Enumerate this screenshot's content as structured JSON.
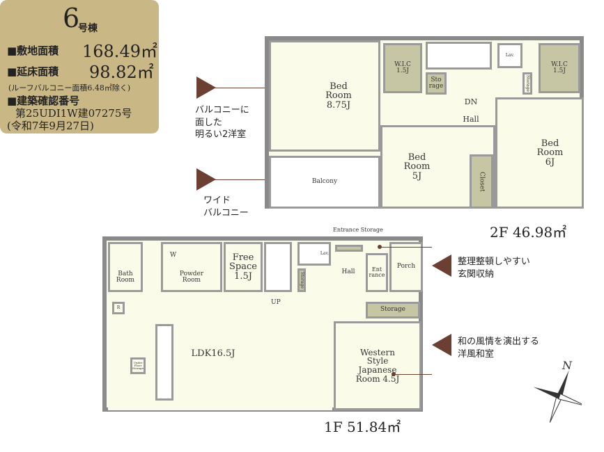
{
  "info": {
    "building_number": "6",
    "building_suffix": "号棟",
    "site_area_label": "■敷地面積",
    "site_area_value": "168.49㎡",
    "floor_area_label": "■延床面積",
    "floor_area_value": "98.82㎡",
    "floor_area_note": "(ルーフバルコニー面積6.48㎡除く)",
    "permit_label": "■建築確認番号",
    "permit_number": "第25UDI1W建07275号",
    "permit_date": "(令和7年9月27日)"
  },
  "floor2": {
    "area_label": "2F 46.98㎡",
    "rooms": {
      "bed_main": "Bed Room 8.75J",
      "wic_left": "W.I.C 1.5J",
      "storage": "Sto rage",
      "dn": "DN",
      "hall": "Hall",
      "lav": "Lav.",
      "storage_small": "Storage",
      "wic_right": "W.I.C 1.5J",
      "balcony": "Balcony",
      "bed_5j": "Bed Room 5J",
      "closet": "Closet",
      "bed_6j": "Bed Room 6J"
    },
    "notes": {
      "bright_rooms": "バルコニーに\n面した\n明るい2洋室",
      "wide_balcony": "ワイド\nバルコニー"
    }
  },
  "floor1": {
    "area_label": "1F 51.84㎡",
    "rooms": {
      "bath": "Bath Room",
      "washer": "W",
      "powder": "Powder Room",
      "free_space": "Free Space 1.5J",
      "lav": "Lav.",
      "storage_small": "Storage",
      "entrance_storage": "Entrance Storage",
      "hall": "Hall",
      "entrance": "Ent rance",
      "porch": "Porch",
      "up": "UP",
      "r": "R",
      "ldk": "LDK16.5J",
      "under_floor": "Under Floor Storage",
      "storage": "Storage",
      "japanese": "Western Style Japanese Room 4.5J"
    },
    "notes": {
      "entrance_storage": "整理整頓しやすい\n玄関収納",
      "japanese_room": "和の風情を演出する\n洋風和室"
    }
  },
  "compass": "N"
}
